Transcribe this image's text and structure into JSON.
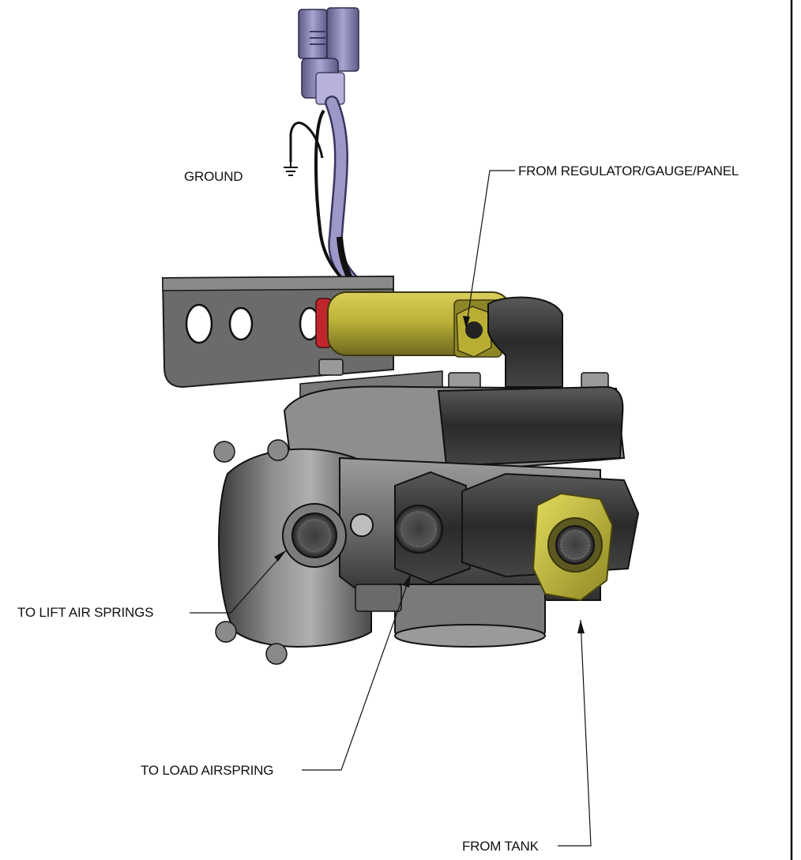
{
  "labels": {
    "ground": "GROUND",
    "from_regulator": "FROM REGULATOR/GAUGE/PANEL",
    "to_lift": "TO LIFT AIR SPRINGS",
    "to_load": "TO LOAD AIRSPRING",
    "from_tank": "FROM TANK"
  },
  "colors": {
    "solenoid": "#bfb43a",
    "body": "#5a5a5a",
    "body_dark": "#2f2f2f",
    "body_light": "#9a9a9a",
    "connector": "#8a86b5",
    "brass_fitting": "#c9c23a",
    "red_ring": "#c0272d",
    "bracket": "#5e5e5e"
  }
}
